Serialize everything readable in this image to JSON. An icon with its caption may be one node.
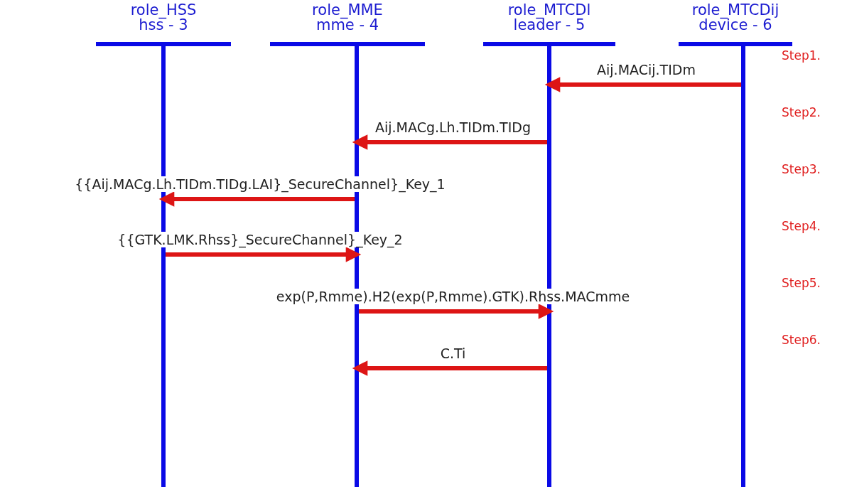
{
  "diagram": {
    "nodes": [
      {
        "text": [
          "role_HSS",
          "hss - 3"
        ]
      },
      {
        "text": [
          "role_MME",
          "mme - 4"
        ]
      },
      {
        "text": [
          "role_MTCDl",
          "leader - 5"
        ]
      },
      {
        "text": [
          "role_MTCDij",
          "device - 6"
        ]
      }
    ],
    "edges": [
      {
        "from": 3,
        "to": 2,
        "arrow": "to",
        "label": "Aij.MACij.TIDm"
      },
      {
        "from": 2,
        "to": 1,
        "arrow": "to",
        "label": "Aij.MACg.Lh.TIDm.TIDg"
      },
      {
        "from": 1,
        "to": 0,
        "arrow": "to",
        "label": "{{Aij.MACg.Lh.TIDm.TIDg.LAI}_SecureChannel}_Key_1"
      },
      {
        "from": 0,
        "to": 1,
        "arrow": "to",
        "label": "{{GTK.LMK.Rhss}_SecureChannel}_Key_2"
      },
      {
        "from": 1,
        "to": 2,
        "arrow": "to",
        "label": "exp(P,Rmme).H2(exp(P,Rmme).GTK).Rhss.MACmme"
      },
      {
        "from": 2,
        "to": 1,
        "arrow": "to",
        "label": "C.Ti"
      }
    ],
    "labels": [
      "Step1.",
      "Step2.",
      "Step3.",
      "Step4.",
      "Step5.",
      "Step6."
    ]
  }
}
